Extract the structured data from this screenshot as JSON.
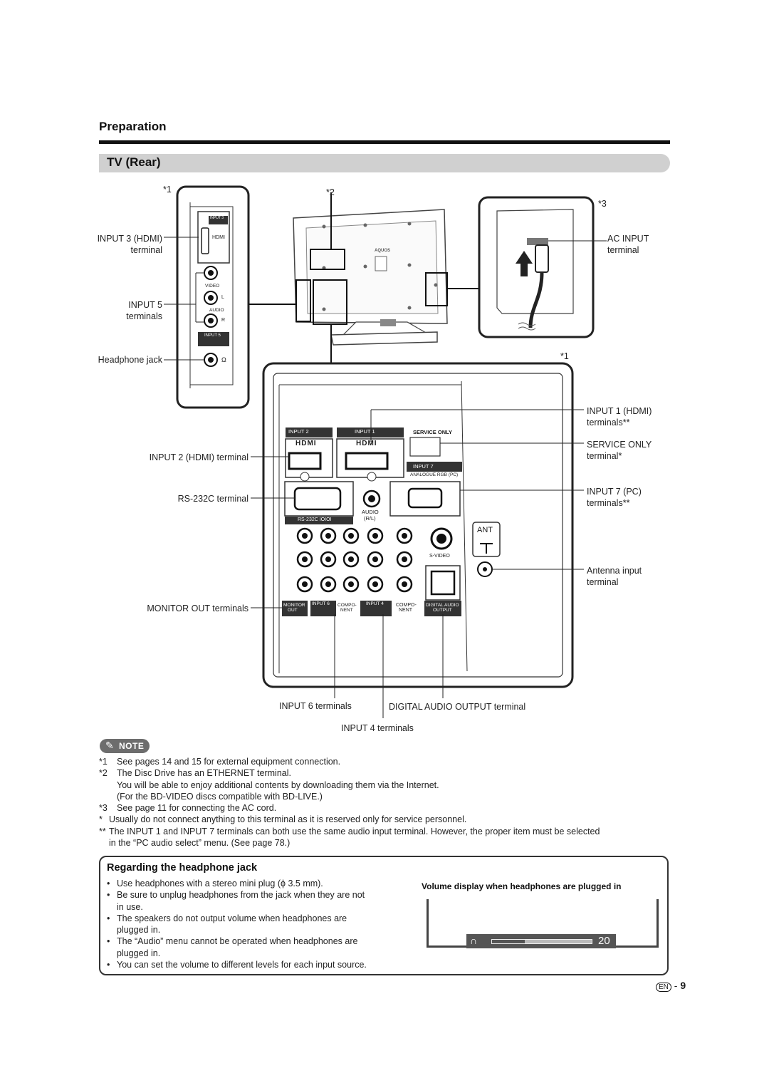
{
  "section": {
    "title": "Preparation",
    "subtitle": "TV (Rear)"
  },
  "markers": {
    "m1a": "*1",
    "m2": "*2",
    "m3": "*3",
    "m1b": "*1"
  },
  "side_panel": {
    "input3_hdmi": "INPUT 3 (HDMI)",
    "input3_terminal": "terminal",
    "input5": "INPUT 5",
    "input5_terminals": "terminals",
    "headphone": "Headphone jack",
    "jack_labels": {
      "input3": "INPUT 3",
      "hdmi": "HDMI",
      "video": "VIDEO",
      "l": "L",
      "audio": "AUDIO",
      "r": "R",
      "input5": "INPUT 5"
    }
  },
  "ac": {
    "line1": "AC INPUT",
    "line2": "terminal"
  },
  "tv": {
    "brand": "AQUOS"
  },
  "rear_panel": {
    "left_labels": {
      "input2": "INPUT 2 (HDMI) terminal",
      "rs232c": "RS-232C terminal",
      "monitor_out": "MONITOR OUT terminals"
    },
    "right_labels": {
      "input1_a": "INPUT 1 (HDMI)",
      "input1_b": "terminals**",
      "service_a": "SERVICE ONLY",
      "service_b": "terminal*",
      "input7_a": "INPUT 7 (PC)",
      "input7_b": "terminals**",
      "ant_a": "Antenna input",
      "ant_b": "terminal"
    },
    "bottom_labels": {
      "input6": "INPUT 6 terminals",
      "digital": "DIGITAL AUDIO OUTPUT terminal",
      "input4": "INPUT 4 terminals"
    },
    "panel_text": {
      "input2": "INPUT 2",
      "input1": "INPUT 1",
      "service_only": "SERVICE ONLY",
      "hdmi": "HDMI",
      "input7": "INPUT 7",
      "analogue": "ANALOGUE RGB (PC)",
      "audio": "AUDIO",
      "rl": "(R/L)",
      "rs232c": "RS-232C IOIOI",
      "ant": "ANT",
      "svideo": "S-VIDEO",
      "monitor": "MONITOR",
      "out": "OUT",
      "input6": "INPUT 6",
      "compo": "COMPO-",
      "nent": "NENT",
      "input4": "INPUT 4",
      "digital_audio": "DIGITAL AUDIO",
      "output": "OUTPUT"
    }
  },
  "note": {
    "badge": "NOTE",
    "items": [
      {
        "mark": "*1",
        "text": "See pages 14 and 15 for external equipment connection."
      },
      {
        "mark": "*2",
        "text": "The Disc Drive has an ETHERNET terminal."
      },
      {
        "mark": "",
        "text": "You will be able to enjoy additional contents by downloading them via the Internet."
      },
      {
        "mark": "",
        "text": "(For the BD-VIDEO discs compatible with BD-LIVE.)"
      },
      {
        "mark": "*3",
        "text": "See page 11 for connecting the AC cord."
      },
      {
        "mark": "*",
        "text": "Usually do not connect anything to this terminal as it is reserved only for service personnel."
      },
      {
        "mark": "**",
        "text": "The INPUT 1 and INPUT 7 terminals can both use the same audio input terminal. However, the proper item must be selected"
      },
      {
        "mark": "",
        "text": "in the “PC audio select” menu. (See page 78.)"
      }
    ]
  },
  "headphone": {
    "title": "Regarding the headphone jack",
    "bullets": [
      [
        "Use headphones with a stereo mini plug (ϕ 3.5 mm)."
      ],
      [
        "Be sure to unplug headphones from the jack when they are not",
        "in use."
      ],
      [
        "The speakers do not output volume when headphones are",
        "plugged in."
      ],
      [
        "The “Audio” menu cannot be operated when headphones are",
        "plugged in."
      ],
      [
        "You can set the volume to different levels for each input source."
      ]
    ],
    "volume_caption": "Volume display when headphones are plugged in",
    "volume_value": "20",
    "volume_level": 0.33
  },
  "page": {
    "lang": "EN",
    "number": "9"
  }
}
